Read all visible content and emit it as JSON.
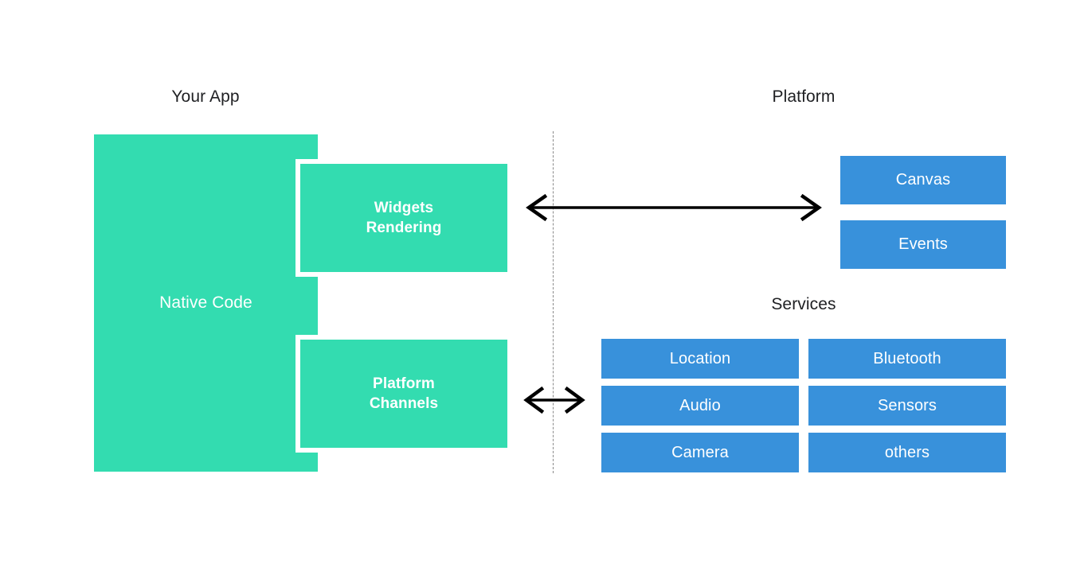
{
  "diagram": {
    "title": "Flutter app / platform architecture",
    "background_color": "#ffffff",
    "app_color": "#33DCB0",
    "platform_color": "#3891DB",
    "divider_color": "#8a8a8a",
    "arrow_color": "#000000",
    "text_color_dark": "#202124",
    "text_color_light": "#ffffff"
  },
  "app_side": {
    "heading": "Your App",
    "native_code": {
      "label": "Native Code"
    },
    "bridges": [
      {
        "id": "widgets-rendering",
        "label": "Widgets\nRendering"
      },
      {
        "id": "platform-channels",
        "label": "Platform\nChannels"
      }
    ]
  },
  "platform_side": {
    "heading": "Platform",
    "surfaces": [
      {
        "id": "canvas",
        "label": "Canvas"
      },
      {
        "id": "events",
        "label": "Events"
      }
    ],
    "services_heading": "Services",
    "services": [
      {
        "id": "location",
        "label": "Location"
      },
      {
        "id": "bluetooth",
        "label": "Bluetooth"
      },
      {
        "id": "audio",
        "label": "Audio"
      },
      {
        "id": "sensors",
        "label": "Sensors"
      },
      {
        "id": "camera",
        "label": "Camera"
      },
      {
        "id": "others",
        "label": "others"
      }
    ]
  },
  "connections": [
    {
      "id": "widgets-to-platform",
      "icon": "double-arrow-horizontal",
      "length": "long"
    },
    {
      "id": "channels-to-services",
      "icon": "double-arrow-horizontal",
      "length": "short"
    }
  ]
}
